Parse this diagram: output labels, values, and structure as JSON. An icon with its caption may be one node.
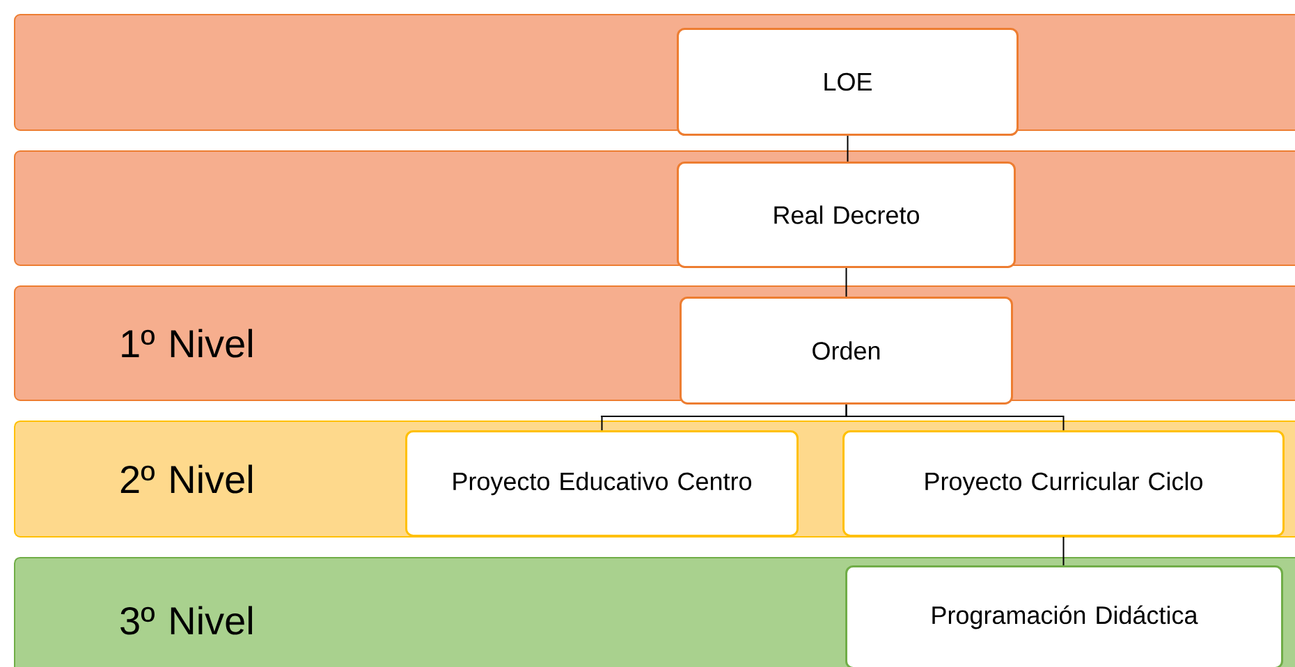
{
  "diagram": {
    "nodes": [
      {
        "text": [],
        "shape": "box"
      },
      {
        "text": [
          "LOE"
        ],
        "in": 0
      },
      {
        "text": [],
        "shape": "box"
      },
      {
        "text": [
          "Real Decreto"
        ],
        "in": 2
      },
      {
        "text": [
          "1º Nivel"
        ]
      },
      {
        "text": [
          "Orden"
        ],
        "in": 4
      },
      {
        "text": [
          "2º Nivel"
        ]
      },
      {
        "text": [
          "Proyecto Educativo Centro"
        ],
        "in": 6
      },
      {
        "text": [
          "Proyecto Curricular Ciclo"
        ],
        "in": 6
      },
      {
        "text": [
          "3º Nivel"
        ]
      },
      {
        "text": [
          "Programación Didáctica"
        ],
        "in": 9
      }
    ],
    "edges": [
      {
        "from": 1,
        "to": 3,
        "arrow": "none"
      },
      {
        "from": 3,
        "to": 5,
        "arrow": "none"
      },
      {
        "from": 5,
        "to": 7,
        "arrow": "none"
      },
      {
        "from": 5,
        "to": 8,
        "arrow": "none"
      },
      {
        "from": 8,
        "to": 10,
        "arrow": "none"
      }
    ]
  }
}
